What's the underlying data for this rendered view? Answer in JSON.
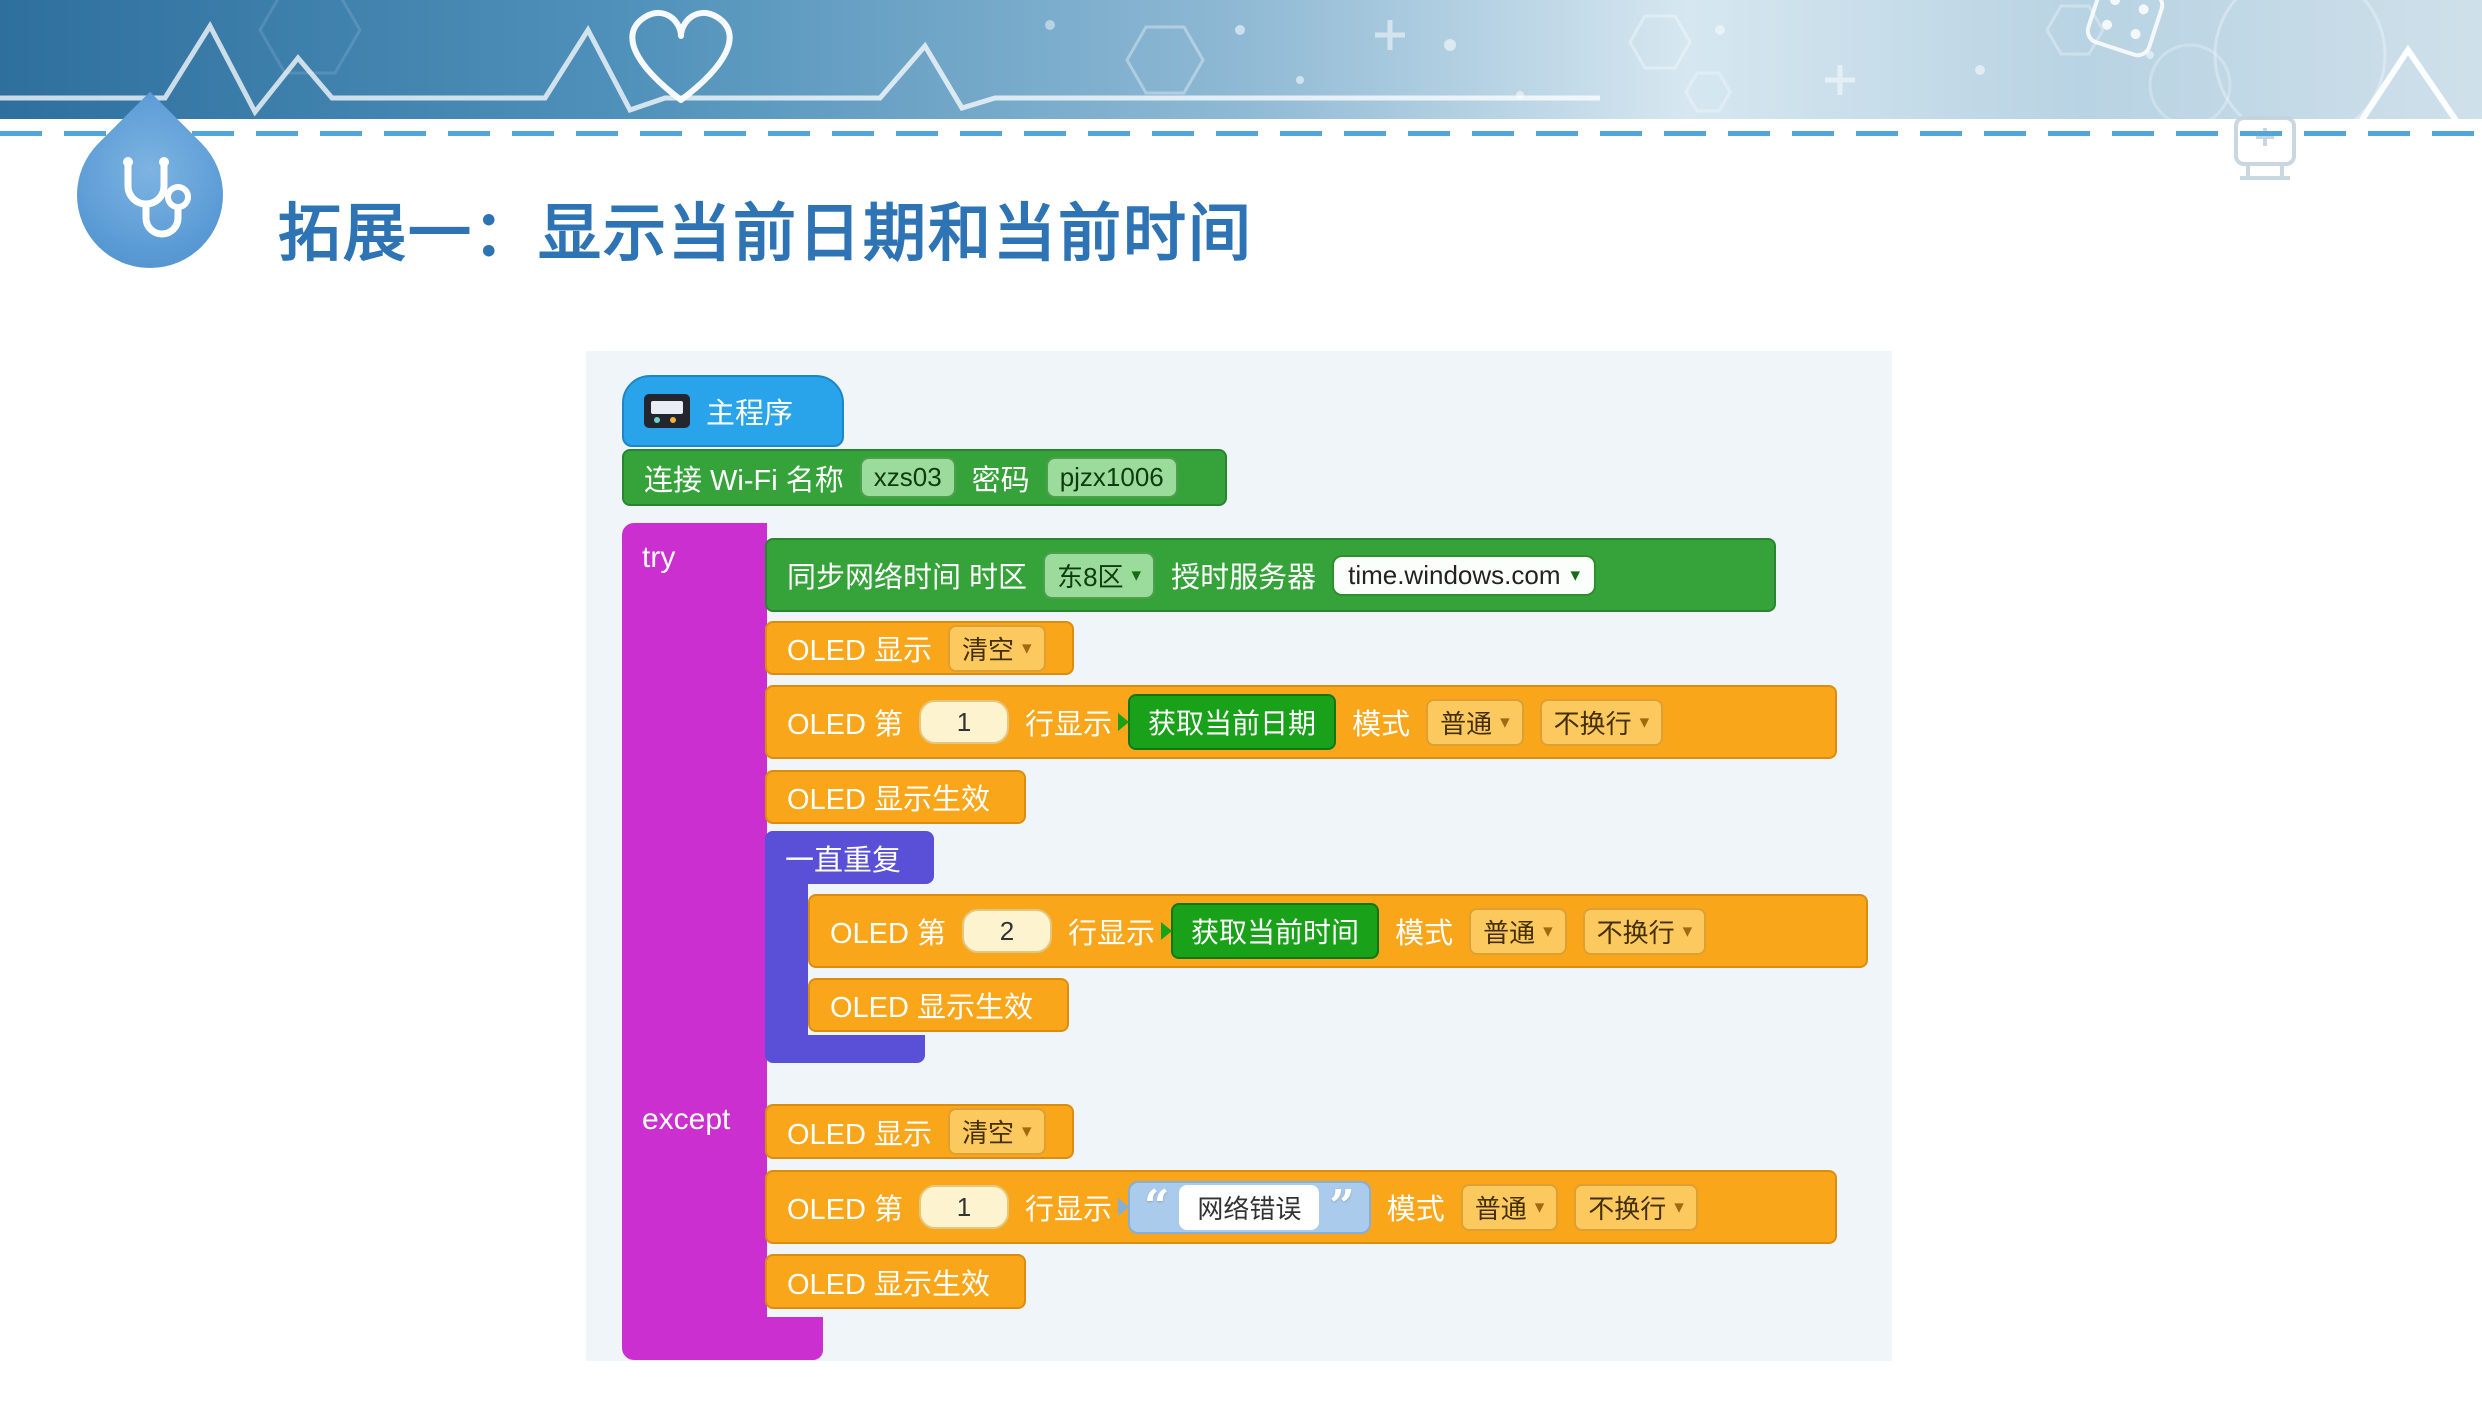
{
  "header": {
    "title": "拓展一：显示当前日期和当前时间"
  },
  "ui": {
    "caret": "▾",
    "quote_open": "“",
    "quote_close": "”"
  },
  "blocks": {
    "main": {
      "label": "主程序"
    },
    "wifi": {
      "t1": "连接 Wi-Fi 名称",
      "ssid": "xzs03",
      "t2": "密码",
      "password": "pjzx1006"
    },
    "tryexcept": {
      "try": "try",
      "except": "except"
    },
    "sync_time": {
      "t1": "同步网络时间 时区",
      "timezone": "东8区",
      "t2": "授时服务器",
      "server": "time.windows.com"
    },
    "oled_clear_try": {
      "t1": "OLED 显示",
      "mode": "清空"
    },
    "oled_line1_try": {
      "t1": "OLED 第",
      "line": "1",
      "t2": "行显示",
      "value": "获取当前日期",
      "t3": "模式",
      "mode": "普通",
      "wrap": "不换行"
    },
    "oled_apply_try": {
      "label": "OLED 显示生效"
    },
    "forever": {
      "label": "一直重复"
    },
    "oled_line2": {
      "t1": "OLED 第",
      "line": "2",
      "t2": "行显示",
      "value": "获取当前时间",
      "t3": "模式",
      "mode": "普通",
      "wrap": "不换行"
    },
    "oled_apply_loop": {
      "label": "OLED 显示生效"
    },
    "oled_clear_except": {
      "t1": "OLED 显示",
      "mode": "清空"
    },
    "oled_line1_except": {
      "t1": "OLED 第",
      "line": "1",
      "t2": "行显示",
      "value": "网络错误",
      "t3": "模式",
      "mode": "普通",
      "wrap": "不换行"
    },
    "oled_apply_except": {
      "label": "OLED 显示生效"
    }
  },
  "colors": {
    "title_blue": "#2e74b5",
    "hat_blue": "#29a3e9",
    "block_green": "#35a33a",
    "block_yellow": "#f9a61a",
    "block_magenta": "#cb2fd0",
    "block_purple": "#5a50d8",
    "reporter_green": "#1aa11a",
    "string_blue": "#abcbec",
    "canvas_bg": "#f0f5f9",
    "dashed_line": "#54a5da",
    "drop_icon": "#5b9bd5"
  }
}
